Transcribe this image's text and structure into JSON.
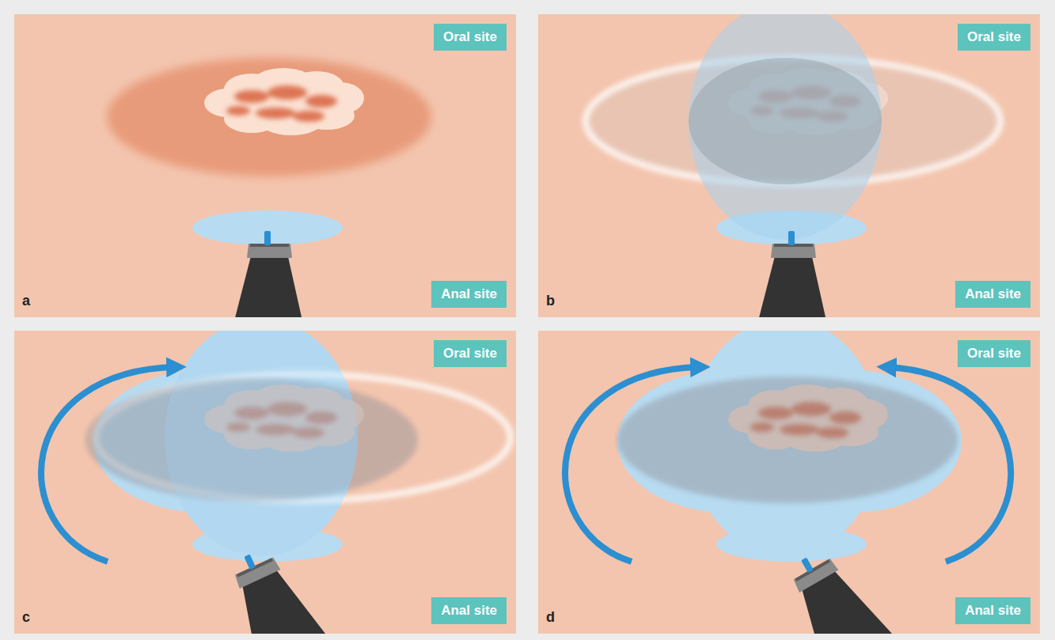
{
  "diagram": {
    "nodes": [
      {
        "text": [
          "Oral site"
        ]
      },
      {
        "text": [
          "Anal site"
        ]
      },
      {
        "text": [
          "Oral site"
        ]
      },
      {
        "text": [
          "Anal site"
        ]
      },
      {
        "text": [
          "Oral site"
        ]
      },
      {
        "text": [
          "Anal site"
        ]
      },
      {
        "text": [
          "Oral site"
        ]
      },
      {
        "text": [
          "Anal site"
        ]
      }
    ],
    "labels": [
      "a",
      "b",
      "c",
      "d"
    ]
  }
}
